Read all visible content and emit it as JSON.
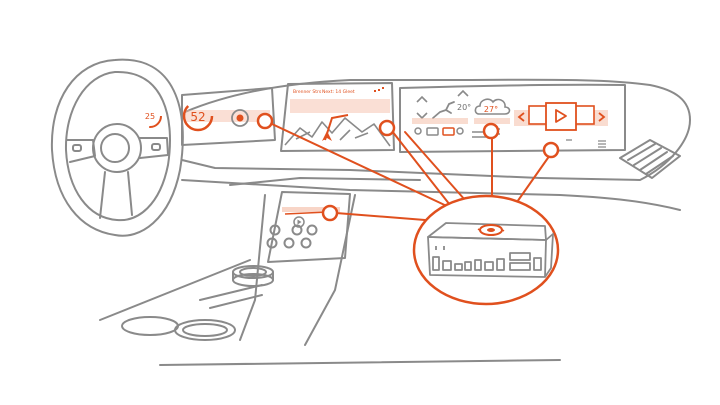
{
  "colors": {
    "outline": "#8a8a8a",
    "accent": "#e0501e",
    "accent_light": "#f3b9a2",
    "background": "#ffffff"
  },
  "cluster": {
    "left_gauge_value": "25",
    "speed_value": "52"
  },
  "nav_screen": {
    "status_left": "Brenner Strs",
    "status_mid": "Next: 14 Gleet"
  },
  "climate": {
    "temperature": "20°"
  },
  "weather": {
    "temperature": "27°"
  },
  "icons": [
    "steering-wheel-icon",
    "seat-heat-icon",
    "cloud-icon",
    "play-icon",
    "chevron-left-icon",
    "chevron-right-icon",
    "knob-icon",
    "menu-icon"
  ]
}
